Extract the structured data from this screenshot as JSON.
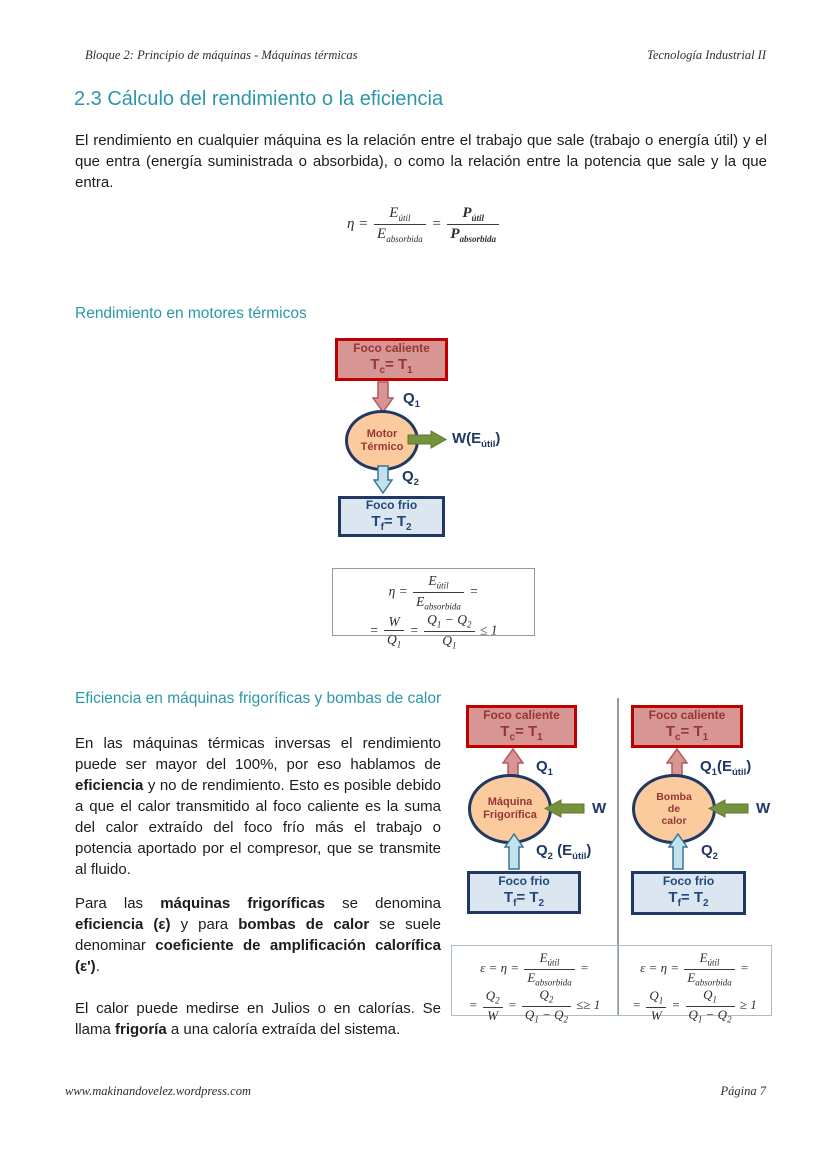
{
  "page": {
    "header_left": "Bloque 2: Principio de máquinas - Máquinas térmicas",
    "header_right": "Tecnología Industrial II",
    "footer_left": "www.makinandovelez.wordpress.com",
    "footer_right": "Página 7"
  },
  "title": "2.3 Cálculo del rendimiento o la eficiencia",
  "intro": "El rendimiento en cualquier máquina es la relación entre el trabajo que sale (trabajo o energía útil) y el que entra (energía suministrada o absorbida), o como la relación entre la potencia que sale y la que entra.",
  "sections": {
    "motor_heading": "Rendimiento en motores térmicos",
    "fridge_heading": "Eficiencia en máquinas frigoríficas y bombas de calor"
  },
  "paragraphs": {
    "p1": [
      "En las máquinas térmicas inversas el rendimiento puede ser mayor del 100%, por eso hablamos de ",
      "eficiencia",
      " y no de rendimiento. Esto es posible debido a que el calor transmitido al foco caliente es la suma del calor extraído del foco frío más el trabajo o potencia aportado por el compresor, que se transmite al fluido."
    ],
    "p2": [
      "Para las ",
      "máquinas frigoríficas",
      " se denomina ",
      "eficiencia (ε)",
      " y para ",
      "bombas de calor",
      " se suele denominar ",
      "coeficiente de amplificación calorífica (ε')",
      "."
    ],
    "p3": [
      "El calor puede medirse en Julios o en calorías. Se llama ",
      "frigoría",
      " a una caloría extraída del sistema."
    ]
  },
  "diag": {
    "hot_title": "Foco caliente",
    "cold_title": "Foco frio",
    "T": "T",
    "sub_c": "c",
    "sub_f": "f",
    "eq_T": "= T",
    "sub_1": "1",
    "sub_2": "2",
    "motor_l1": "Motor",
    "motor_l2": "Térmico",
    "fridge_l1": "Máquina",
    "fridge_l2": "Frigorífica",
    "pump_l1": "Bomba",
    "pump_l2": "de",
    "pump_l3": "calor",
    "Q": "Q",
    "W": "W",
    "W_paren_E": "W(E",
    "paren_E": "(E",
    "sp_paren_E": " (E",
    "util": "útil",
    "close": ")"
  },
  "math": {
    "eta": "η",
    "eps": "ε",
    "eq": "=",
    "E": "E",
    "P": "P",
    "W": "W",
    "Q": "Q",
    "util": "útil",
    "absorbida": "absorbida",
    "s1": "1",
    "s2": "2",
    "minus": "−",
    "le_one": "≤ 1",
    "lege_one": "≤≥ 1",
    "ge_one": "≥ 1"
  },
  "colors": {
    "accent_teal": "#2B98A9",
    "hot_fill": "#D79594",
    "hot_border": "#C00000",
    "hot_text": "#943634",
    "cold_fill": "#DCE6F1",
    "cold_border": "#1F3864",
    "cold_text": "#1F497D",
    "ellipse_fill": "#FBCB9E",
    "ellipse_border": "#203864",
    "ellipse_text": "#953735",
    "arrow_pink": "#D99594",
    "arrow_green": "#76923C",
    "arrow_blue": "#C2E3EE",
    "label_navy": "#1F3864"
  }
}
